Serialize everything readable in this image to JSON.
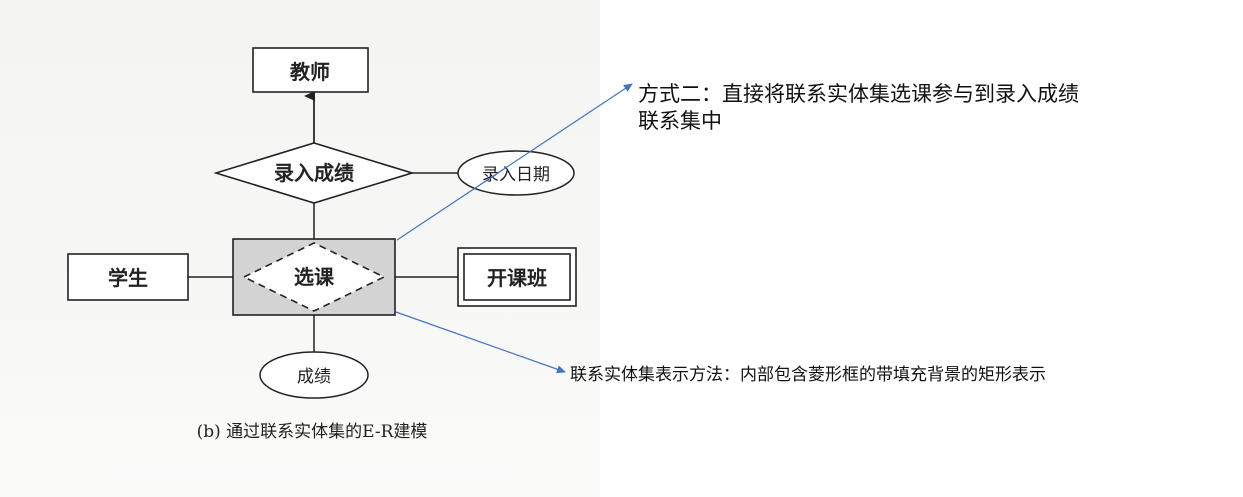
{
  "diagram": {
    "entity_teacher": "教师",
    "relationship_enter_grade": "录入成绩",
    "attribute_enter_date": "录入日期",
    "entity_student": "学生",
    "relationship_select_course": "选课",
    "entity_course_class": "开课班",
    "attribute_grade": "成绩",
    "caption": "(b) 通过联系实体集的E-R建模"
  },
  "annotations": {
    "method_two_line1": "方式二：直接将联系实体集选课参与到录入成绩",
    "method_two_line2": "联系集中",
    "representation": "联系实体集表示方法：内部包含菱形框的带填充背景的矩形表示"
  },
  "colors": {
    "arrow": "#4472c4",
    "shaded_fill": "#d3d3d3",
    "ink": "#222222"
  }
}
